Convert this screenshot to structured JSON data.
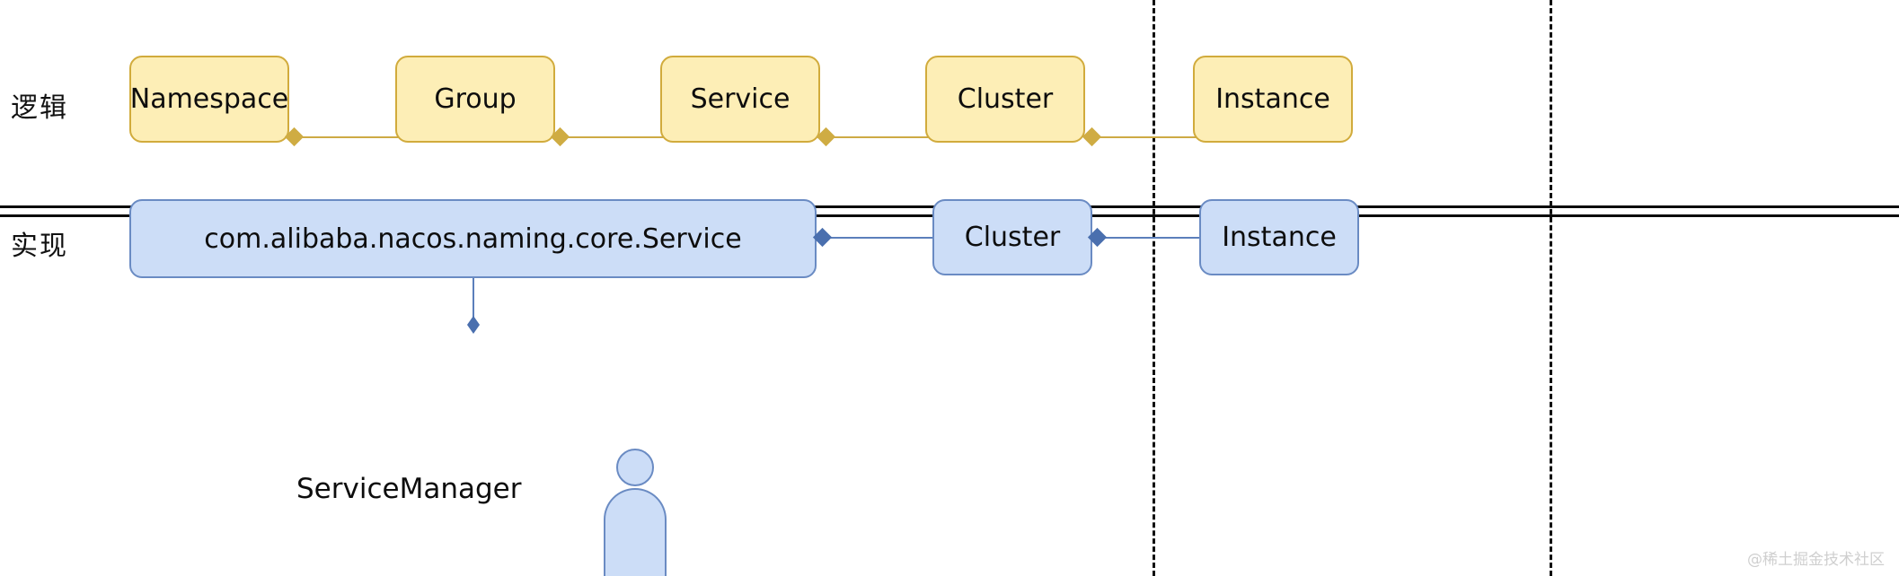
{
  "diagram": {
    "title_watermark": "@稀土掘金技术社区",
    "rows": {
      "logical": {
        "label": "逻辑"
      },
      "implementation": {
        "label": "实现"
      }
    },
    "logical_nodes": [
      {
        "id": "namespace",
        "label": "Namespace"
      },
      {
        "id": "group",
        "label": "Group"
      },
      {
        "id": "service",
        "label": "Service"
      },
      {
        "id": "cluster",
        "label": "Cluster"
      },
      {
        "id": "instance",
        "label": "Instance"
      }
    ],
    "implementation_nodes": [
      {
        "id": "impl-service",
        "label": "com.alibaba.nacos.naming.core.Service"
      },
      {
        "id": "impl-cluster",
        "label": "Cluster"
      },
      {
        "id": "impl-instance",
        "label": "Instance"
      }
    ],
    "actor": {
      "id": "service-manager",
      "label": "ServiceManager"
    },
    "colors": {
      "logical_fill": "#fdeeb6",
      "logical_stroke": "#d1ab3c",
      "logical_connector": "#cdaa44",
      "impl_fill": "#ccddf7",
      "impl_stroke": "#6a8bc3",
      "impl_connector": "#5b7fbb",
      "divider": "#0a0a0a",
      "dashed_guide": "#111111",
      "text": "#0d0d0d",
      "watermark": "#cfcfcf"
    }
  }
}
